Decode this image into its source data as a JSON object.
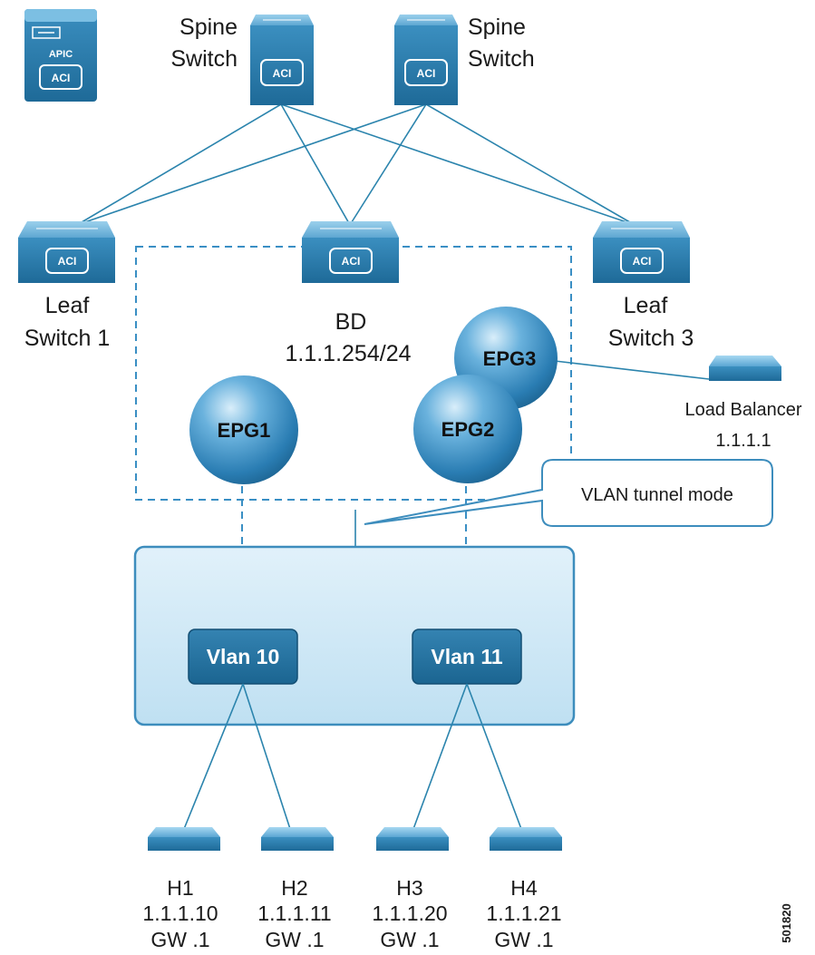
{
  "apic": {
    "label": "APIC",
    "badge": "ACI"
  },
  "spines": [
    {
      "line1": "Spine",
      "line2": "Switch",
      "badge": "ACI"
    },
    {
      "line1": "Spine",
      "line2": "Switch",
      "badge": "ACI"
    }
  ],
  "leaves": [
    {
      "line1": "Leaf",
      "line2": "Switch 1",
      "badge": "ACI"
    },
    {
      "line1": "",
      "line2": "",
      "badge": "ACI"
    },
    {
      "line1": "Leaf",
      "line2": "Switch 3",
      "badge": "ACI"
    }
  ],
  "bd": {
    "title": "BD",
    "subnet": "1.1.1.254/24"
  },
  "epgs": {
    "epg1": "EPG1",
    "epg2": "EPG2",
    "epg3": "EPG3"
  },
  "load_balancer": {
    "line1": "Load Balancer",
    "line2": "1.1.1.1"
  },
  "callout": {
    "text": "VLAN tunnel mode"
  },
  "vlans": {
    "vlan10": "Vlan 10",
    "vlan11": "Vlan 11"
  },
  "hosts": [
    {
      "name": "H1",
      "ip": "1.1.1.10",
      "gw": "GW .1"
    },
    {
      "name": "H2",
      "ip": "1.1.1.11",
      "gw": "GW .1"
    },
    {
      "name": "H3",
      "ip": "1.1.1.20",
      "gw": "GW .1"
    },
    {
      "name": "H4",
      "ip": "1.1.1.21",
      "gw": "GW .1"
    }
  ],
  "figure_id": "501820",
  "colors": {
    "link": "#2b84ad",
    "device_blue": "#2f7fb0",
    "device_light": "#6fb3d8",
    "epg_sphere": "#3a8fc4",
    "vlan_box": "#1f6d99",
    "cloud_fill": "#d3eaf7",
    "cloud_stroke": "#3d8dbd"
  }
}
